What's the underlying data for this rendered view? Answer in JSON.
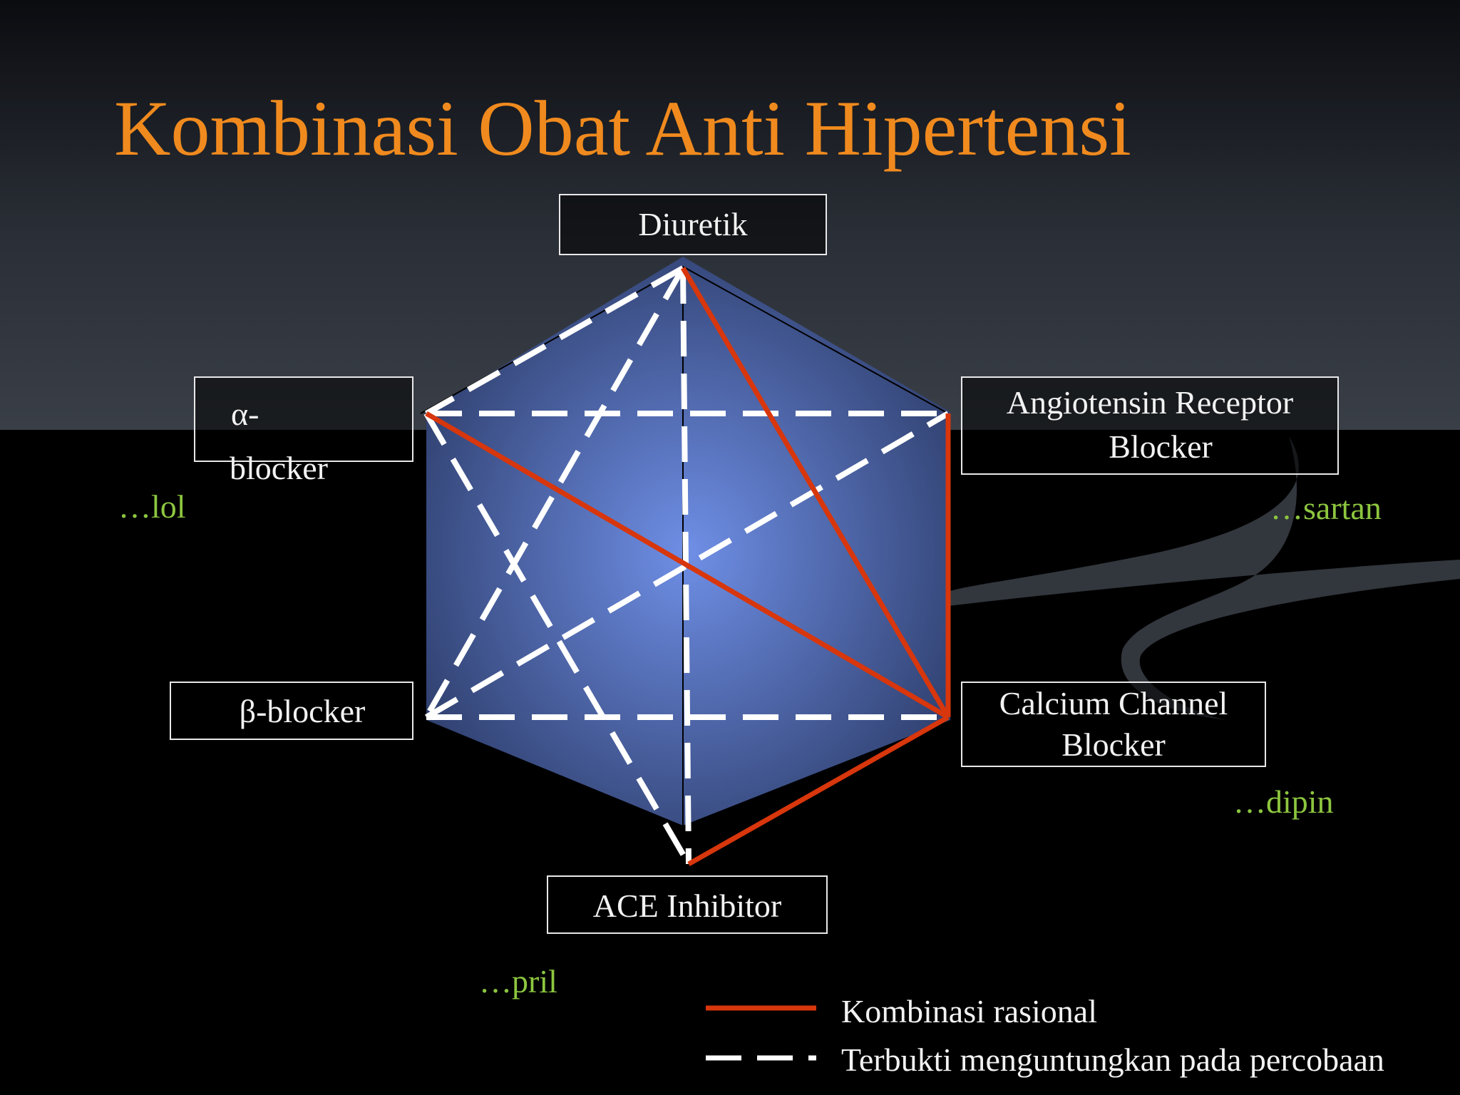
{
  "title": "Kombinasi Obat Anti Hipertensi",
  "colors": {
    "title": "#f08a1e",
    "suffix": "#8dc63f",
    "rational_line": "#d8360c",
    "trial_line": "#ffffff",
    "hexagon_center": "#6f8fe6",
    "hexagon_edge": "#2b3a66"
  },
  "nodes": {
    "diuretik": "Diuretik",
    "alpha_symbol": "α",
    "alpha_rest": "-",
    "alpha_line2": "blocker",
    "arb_line1": "Angiotensin Receptor",
    "arb_line2": "Blocker",
    "beta_symbol": "β",
    "beta_rest": "-blocker",
    "ccb_line1": "Calcium Channel",
    "ccb_line2": "Blocker",
    "acei": "ACE Inhibitor"
  },
  "suffixes": {
    "beta": "…lol",
    "arb": "…sartan",
    "ccb": "…dipin",
    "acei": "…pril"
  },
  "legend": {
    "rational": "Kombinasi rasional",
    "trial": "Terbukti menguntungkan pada percobaan"
  },
  "connections": {
    "rational": [
      [
        "diuretik",
        "ccb"
      ],
      [
        "arb",
        "ccb"
      ],
      [
        "ccb",
        "acei"
      ],
      [
        "alpha",
        "ccb"
      ]
    ],
    "trial": [
      [
        "diuretik",
        "alpha"
      ],
      [
        "diuretik",
        "beta"
      ],
      [
        "alpha",
        "arb"
      ],
      [
        "alpha",
        "acei"
      ],
      [
        "beta",
        "arb"
      ],
      [
        "beta",
        "ccb"
      ],
      [
        "diuretik",
        "acei"
      ]
    ]
  }
}
